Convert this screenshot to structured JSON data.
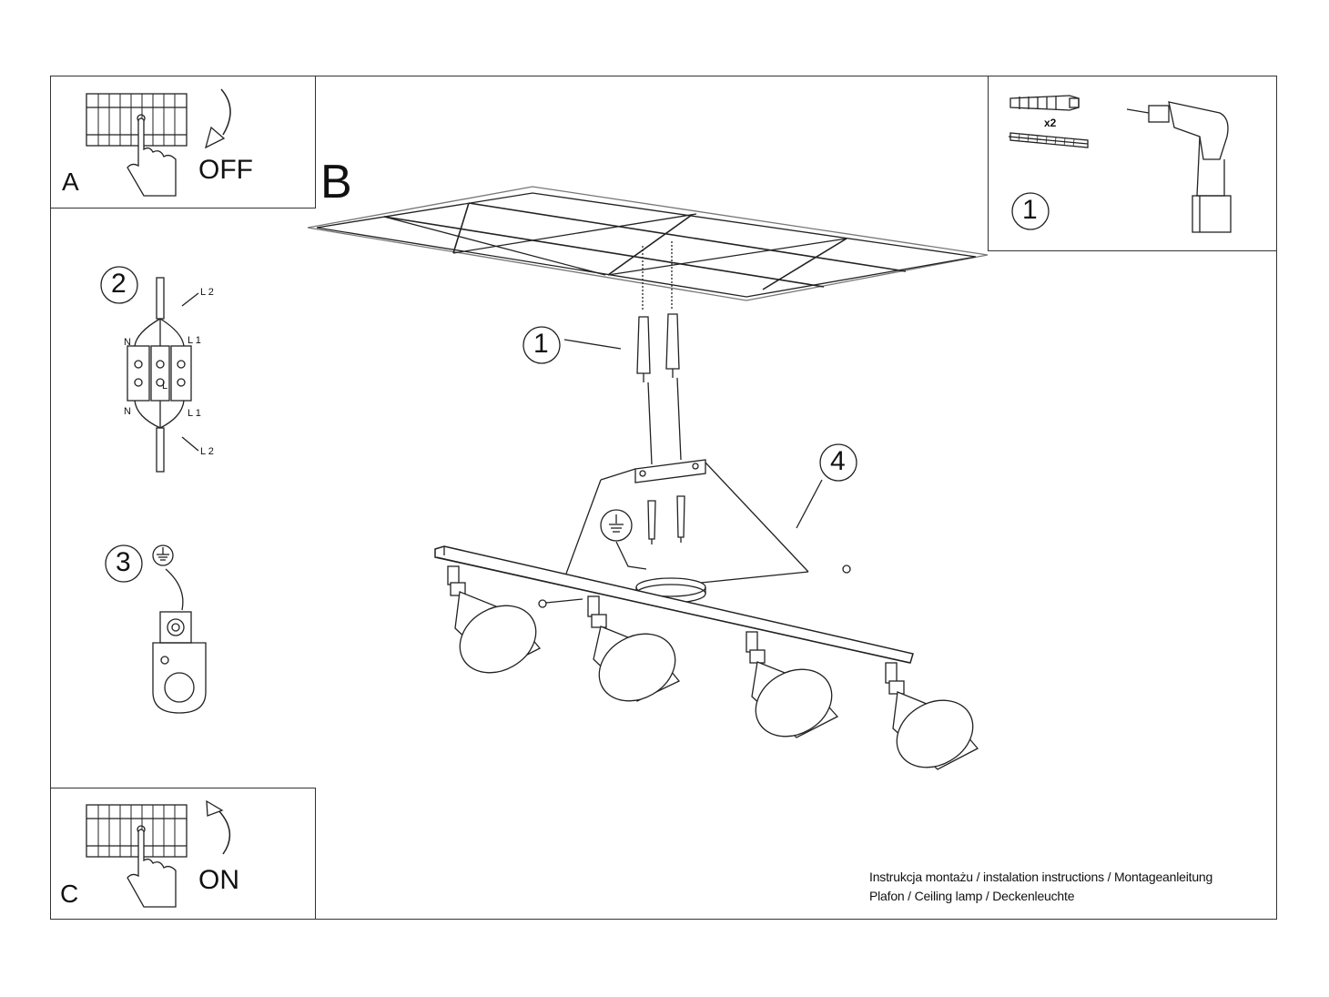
{
  "step_a": {
    "letter": "A",
    "action": "OFF"
  },
  "step_c": {
    "letter": "C",
    "action": "ON"
  },
  "step_b": {
    "letter": "B"
  },
  "tools": {
    "step_number": "1",
    "quantity": "x2"
  },
  "wiring": {
    "step_number": "2",
    "labels": {
      "l2_top": "L 2",
      "l1_top": "L 1",
      "n_top": "N",
      "l_center": "L",
      "n_bottom": "N",
      "l1_bottom": "L 1",
      "l2_bottom": "L 2"
    }
  },
  "ground": {
    "step_number": "3"
  },
  "assembly": {
    "dowel_callout": "1",
    "fixture_callout": "4"
  },
  "caption": {
    "line1": "Instrukcja montażu / instalation instructions / Montageanleitung",
    "line2": "Plafon / Ceiling lamp / Deckenleuchte"
  }
}
